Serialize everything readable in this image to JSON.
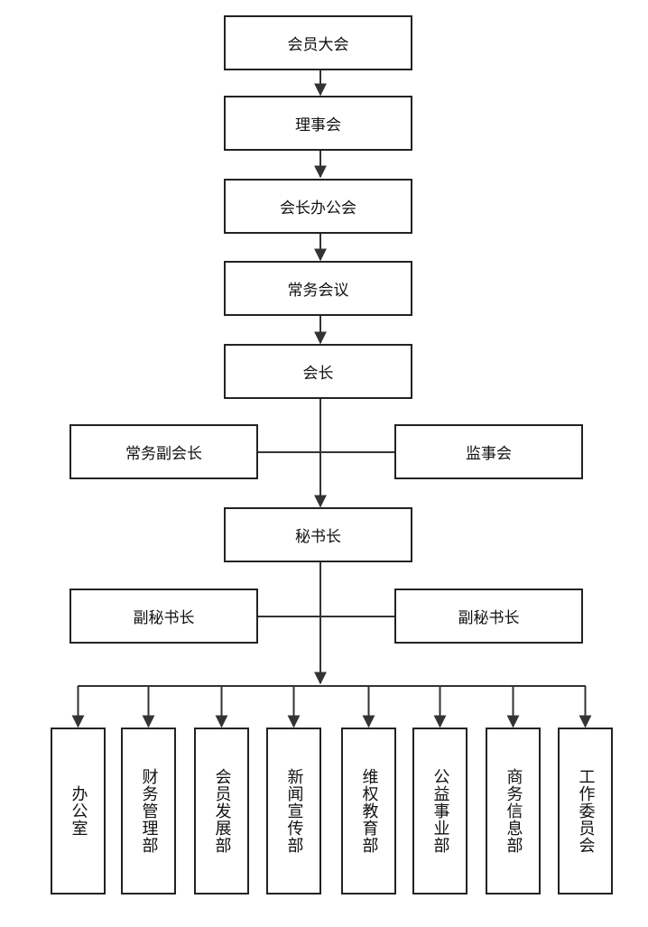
{
  "colors": {
    "line": "#333333",
    "border": "#222222",
    "background": "#ffffff"
  },
  "chain": [
    {
      "id": "general-assembly",
      "label": "会员大会"
    },
    {
      "id": "council",
      "label": "理事会"
    },
    {
      "id": "president-office-meeting",
      "label": "会长办公会"
    },
    {
      "id": "standing-meeting",
      "label": "常务会议"
    },
    {
      "id": "president",
      "label": "会长"
    }
  ],
  "side_president": {
    "left": "常务副会长",
    "right": "监事会"
  },
  "secretary_general": "秘书长",
  "side_secretary": {
    "left": "副秘书长",
    "right": "副秘书长"
  },
  "departments": [
    "办公室",
    "财务管理部",
    "会员发展部",
    "新闻宣传部",
    "维权教育部",
    "公益事业部",
    "商务信息部",
    "工作委员会"
  ]
}
